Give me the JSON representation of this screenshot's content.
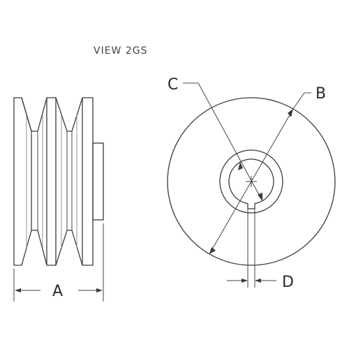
{
  "view_title": "VIEW 2GS",
  "labels": {
    "a": "A",
    "b": "B",
    "c": "C",
    "d": "D"
  },
  "colors": {
    "line": "#3a3a3a",
    "background": "#ffffff"
  }
}
